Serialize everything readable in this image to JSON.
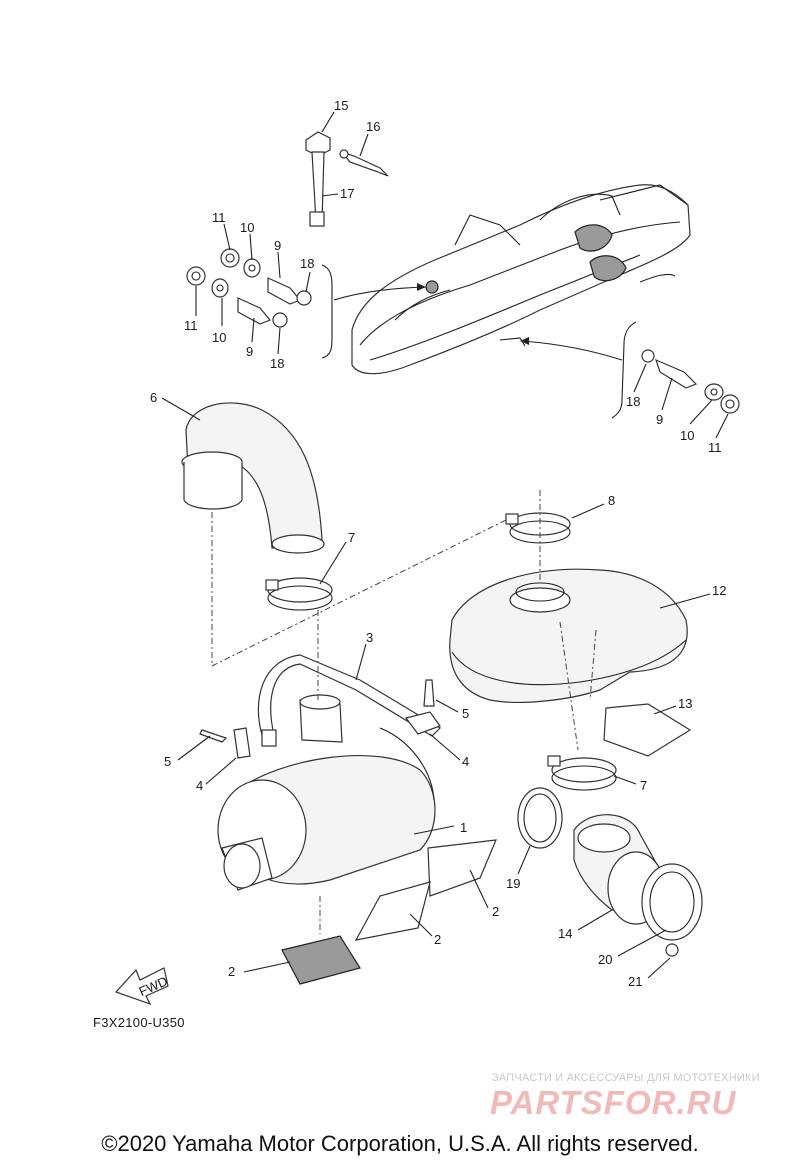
{
  "callouts": [
    {
      "id": "c15",
      "text": "15"
    },
    {
      "id": "c16",
      "text": "16"
    },
    {
      "id": "c17",
      "text": "17"
    },
    {
      "id": "c11a",
      "text": "11"
    },
    {
      "id": "c10a",
      "text": "10"
    },
    {
      "id": "c9a",
      "text": "9"
    },
    {
      "id": "c18a",
      "text": "18"
    },
    {
      "id": "c11b",
      "text": "11"
    },
    {
      "id": "c10b",
      "text": "10"
    },
    {
      "id": "c9b",
      "text": "9"
    },
    {
      "id": "c18b",
      "text": "18"
    },
    {
      "id": "c18c",
      "text": "18"
    },
    {
      "id": "c9c",
      "text": "9"
    },
    {
      "id": "c10c",
      "text": "10"
    },
    {
      "id": "c11c",
      "text": "11"
    },
    {
      "id": "c6",
      "text": "6"
    },
    {
      "id": "c8",
      "text": "8"
    },
    {
      "id": "c7a",
      "text": "7"
    },
    {
      "id": "c12",
      "text": "12"
    },
    {
      "id": "c3",
      "text": "3"
    },
    {
      "id": "c5a",
      "text": "5"
    },
    {
      "id": "c13",
      "text": "13"
    },
    {
      "id": "c5b",
      "text": "5"
    },
    {
      "id": "c4a",
      "text": "4"
    },
    {
      "id": "c4b",
      "text": "4"
    },
    {
      "id": "c7b",
      "text": "7"
    },
    {
      "id": "c1",
      "text": "1"
    },
    {
      "id": "c19",
      "text": "19"
    },
    {
      "id": "c2a",
      "text": "2"
    },
    {
      "id": "c2b",
      "text": "2"
    },
    {
      "id": "c14",
      "text": "14"
    },
    {
      "id": "c20",
      "text": "20"
    },
    {
      "id": "c2c",
      "text": "2"
    },
    {
      "id": "c21",
      "text": "21"
    }
  ],
  "fwd_label": "FWD",
  "diagram_code": "F3X2100-U350",
  "watermark": {
    "tagline": "ЗАПЧАСТИ И АКСЕССУАРЫ ДЛЯ МОТОТЕХНИКИ",
    "brand": "PARTSFOR.RU",
    "color": "#f2b9b9"
  },
  "copyright": "©2020 Yamaha Motor Corporation, U.S.A. All rights reserved."
}
